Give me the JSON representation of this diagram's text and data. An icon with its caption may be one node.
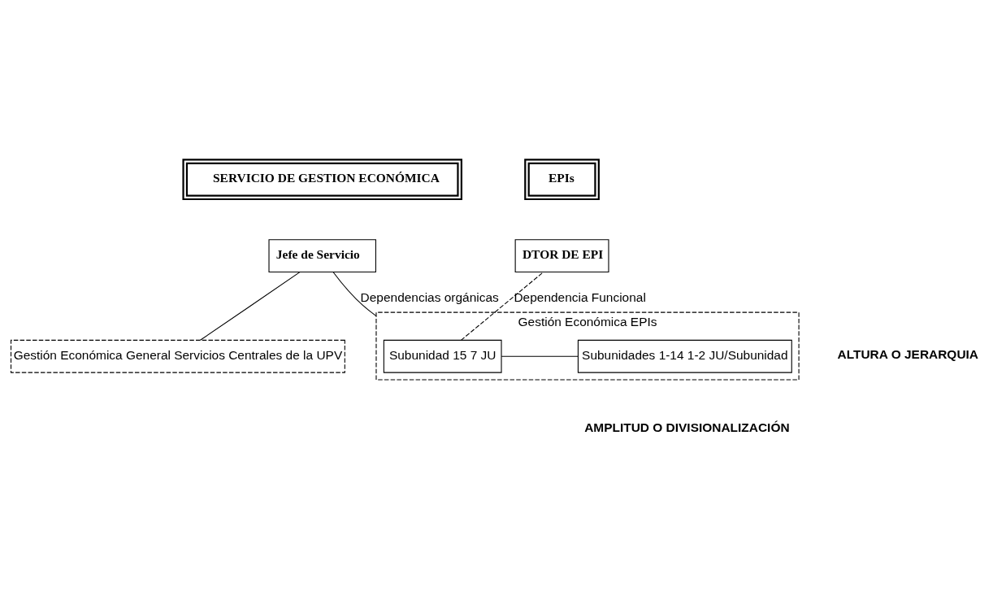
{
  "diagram": {
    "nodes": [
      {
        "text": [
          "SERVICIO DE GESTION ECONÓMICA"
        ]
      },
      {
        "text": [
          "EPIs"
        ]
      },
      {
        "text": [
          "Jefe de Servicio"
        ]
      },
      {
        "text": [
          "DTOR DE EPI"
        ]
      },
      {
        "text": [
          "Gestión Económica General Servicios Centrales de la UPV"
        ]
      },
      {
        "text": [
          "Gestión Económica EPIs"
        ]
      },
      {
        "text": [
          "Subunidades 1-14 1-2 JU/Subunidad"
        ],
        "in": 5
      },
      {
        "text": [
          "Subunidad 15 7 JU"
        ],
        "in": 5
      }
    ],
    "edges": [
      {
        "from": 2,
        "to": 4,
        "arrow": "none"
      },
      {
        "from": 2,
        "to": 5,
        "arrow": "none",
        "label": "Dependencias orgánicas"
      },
      {
        "from": 6,
        "to": 7,
        "arrow": "none"
      },
      {
        "from": 7,
        "to": 3,
        "arrow": "none",
        "style": "dashed",
        "label": "Dependencia Funcional"
      }
    ],
    "labels": [
      "ALTURA O JERARQUIA",
      "AMPLITUD O DIVISIONALIZACIÓN"
    ]
  }
}
